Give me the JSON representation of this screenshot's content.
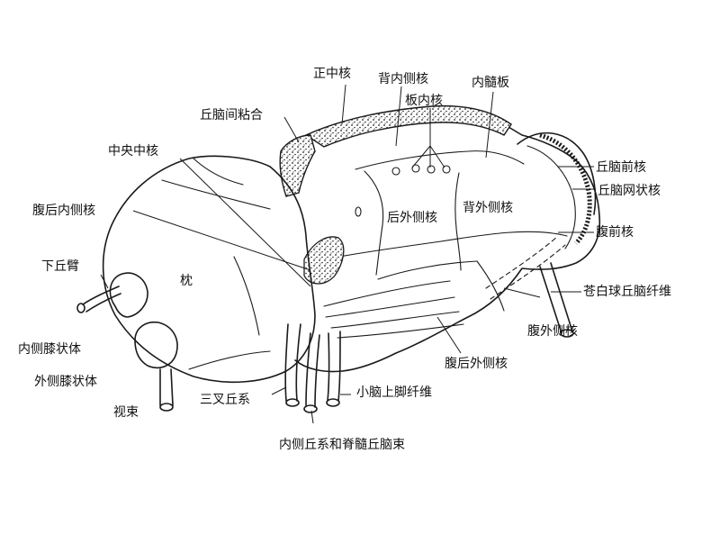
{
  "labels": {
    "zhengzhonghe": "正中核",
    "beineicehe": "背内侧核",
    "neisuiban": "内髓板",
    "banneihe": "板内核",
    "qiunaojian": "丘脑间粘合",
    "zhongyangzhong": "中央中核",
    "houwaice": "后外侧核",
    "beiwaice": "背外侧核",
    "qiunaoqian": "丘脑前核",
    "qiunaowang": "丘脑网状核",
    "fuqian": "腹前核",
    "fuhouneice": "腹后内侧核",
    "xiaqiubi": "下丘臂",
    "zhen": "枕",
    "neicexi": "内侧膝状体",
    "waicexi": "外侧膝状体",
    "shishu": "视束",
    "sanchaqiu": "三叉丘系",
    "xiaonaojiao": "小脑上脚纤维",
    "neiceqiu": "内侧丘系和脊髓丘脑束",
    "fuhouwai": "腹后外侧核",
    "fuwaice": "腹外侧核",
    "cangbaiqiu": "苍白球丘脑纤维"
  }
}
